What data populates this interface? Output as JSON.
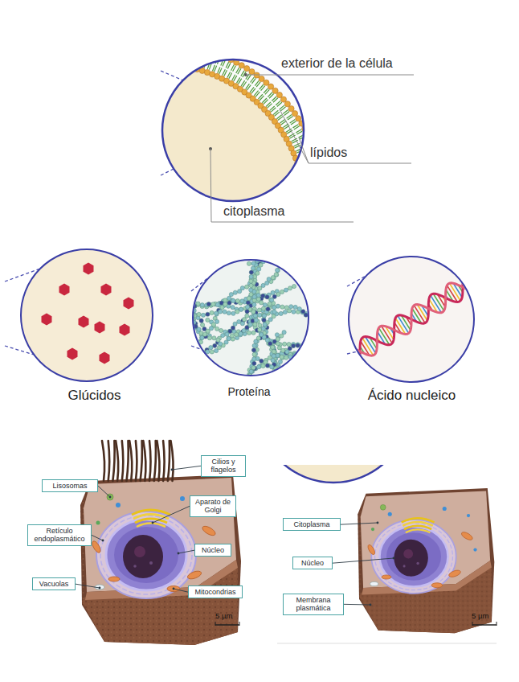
{
  "diagram": {
    "nodes": [
      {
        "text": [
          "Lisosomas"
        ]
      },
      {
        "text": [
          "Cilios y flagelos"
        ]
      },
      {
        "text": [
          "Aparato de Golgi"
        ]
      },
      {
        "text": [
          "Retículo endoplasmático"
        ]
      },
      {
        "text": [
          "Núcleo"
        ]
      },
      {
        "text": [
          "Vacuolas"
        ]
      },
      {
        "text": [
          "Mitocondrias"
        ]
      },
      {
        "text": [
          "Citoplasma"
        ]
      },
      {
        "text": [
          "Núcleo"
        ]
      },
      {
        "text": [
          "Membrana plasmática"
        ]
      }
    ],
    "labels": [
      "exterior de la célula",
      "lípidos",
      "citoplasma",
      "Glúcidos",
      "Proteína",
      "Ácido nucleico",
      "5 µm",
      "5 µm"
    ]
  }
}
